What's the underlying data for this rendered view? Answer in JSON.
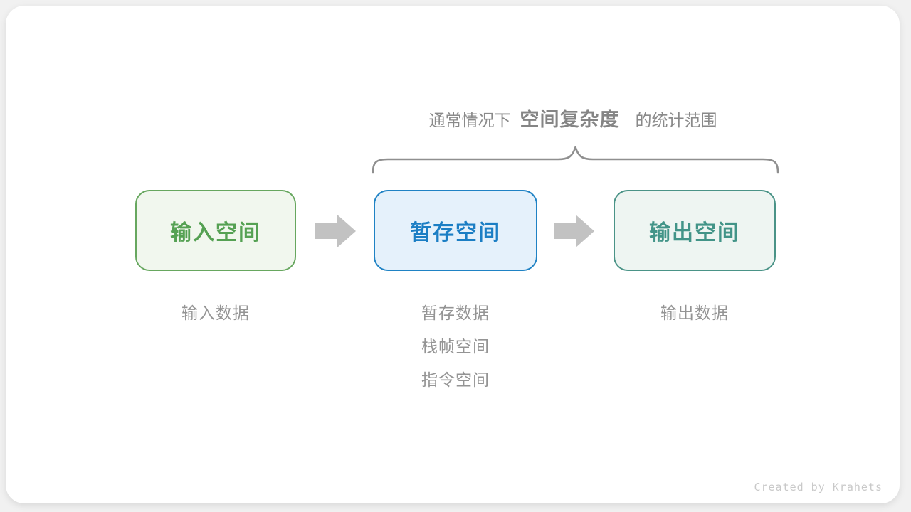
{
  "page": {
    "background_color": "#f1f1f1",
    "card_color": "#ffffff"
  },
  "annotation": {
    "prefix": "通常情况下",
    "highlight": "空间复杂度",
    "suffix": "的统计范围",
    "text_color": "#8a8a8a",
    "brace_color": "#8f8f8f"
  },
  "boxes": [
    {
      "id": "input-space",
      "label": "输入空间",
      "text_color": "#55a153",
      "border_color": "#67a75f",
      "fill_color": "#f1f7ee"
    },
    {
      "id": "temp-space",
      "label": "暂存空间",
      "text_color": "#1b7ec4",
      "border_color": "#1f82c4",
      "fill_color": "#e5f1fb"
    },
    {
      "id": "output-space",
      "label": "输出空间",
      "text_color": "#429488",
      "border_color": "#4a9387",
      "fill_color": "#eef5f2"
    }
  ],
  "arrows": {
    "icon": "block-arrow-right",
    "color": "#c2c2c2"
  },
  "captions": {
    "input": [
      "输入数据"
    ],
    "temp": [
      "暂存数据",
      "栈帧空间",
      "指令空间"
    ],
    "output": [
      "输出数据"
    ],
    "text_color": "#949494"
  },
  "credit": "Created by Krahets"
}
